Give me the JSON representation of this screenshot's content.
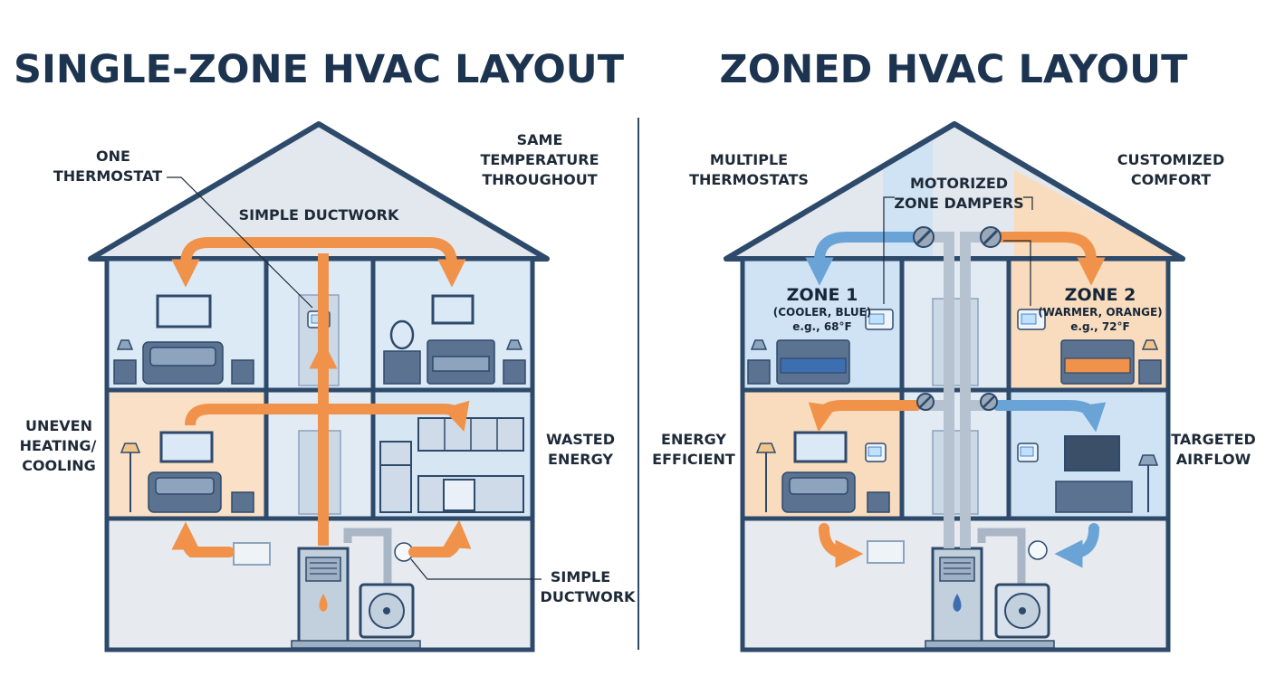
{
  "left": {
    "title": "SINGLE-ZONE HVAC LAYOUT",
    "labels": {
      "one_thermostat": [
        "ONE",
        "THERMOSTAT"
      ],
      "same_temperature": [
        "SAME",
        "TEMPERATURE",
        "THROUGHOUT"
      ],
      "simple_ductwork_top": "SIMPLE DUCTWORK",
      "uneven": [
        "UNEVEN",
        "HEATING/",
        "COOLING"
      ],
      "wasted_energy": [
        "WASTED",
        "ENERGY"
      ],
      "simple_ductwork_bottom": [
        "SIMPLE",
        "DUCTWORK"
      ]
    }
  },
  "right": {
    "title": "ZONED HVAC LAYOUT",
    "labels": {
      "multiple_thermostats": [
        "MULTIPLE",
        "THERMOSTATS"
      ],
      "motorized_dampers": [
        "MOTORIZED",
        "ZONE DAMPERS"
      ],
      "customized_comfort": [
        "CUSTOMIZED",
        "COMFORT"
      ],
      "energy_efficient": [
        "ENERGY",
        "EFFICIENT"
      ],
      "targeted_airflow": [
        "TARGETED",
        "AIRFLOW"
      ]
    },
    "zone1": {
      "name": "ZONE 1",
      "desc": "(COOLER, BLUE)",
      "temp": "e.g., 68°F"
    },
    "zone2": {
      "name": "ZONE 2",
      "desc": "(WARMER, ORANGE)",
      "temp": "e.g., 72°F"
    }
  },
  "colors": {
    "title": "#1d3450",
    "duct_arrow": "#f0924a",
    "cool_arrow": "#6aa4d6",
    "cool_zone": "#cfe3f4",
    "warm_zone": "#f8dcbd",
    "wall": "#2e4a6b"
  }
}
